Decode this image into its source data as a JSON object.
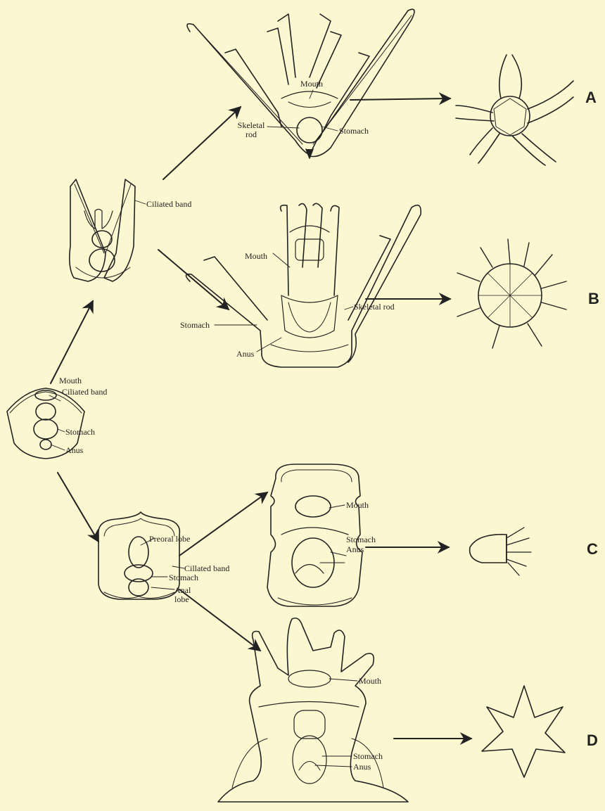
{
  "panel_letters": [
    "A",
    "B",
    "C",
    "D"
  ],
  "labels": {
    "mouth": "Mouth",
    "ciliated_band": "Ciliated band",
    "cilated_band_typo": "Cillated band",
    "stomach": "Stomach",
    "anus": "Anus",
    "skeletal_rod": "Skeletal rod",
    "skeletal": "Skeletal",
    "rod": "rod",
    "preoral_lobe": "Preoral lobe",
    "anal": "Anal",
    "lobe": "lobe"
  },
  "colors": {
    "paper": "#fbf7d0",
    "ink": "#222222"
  }
}
